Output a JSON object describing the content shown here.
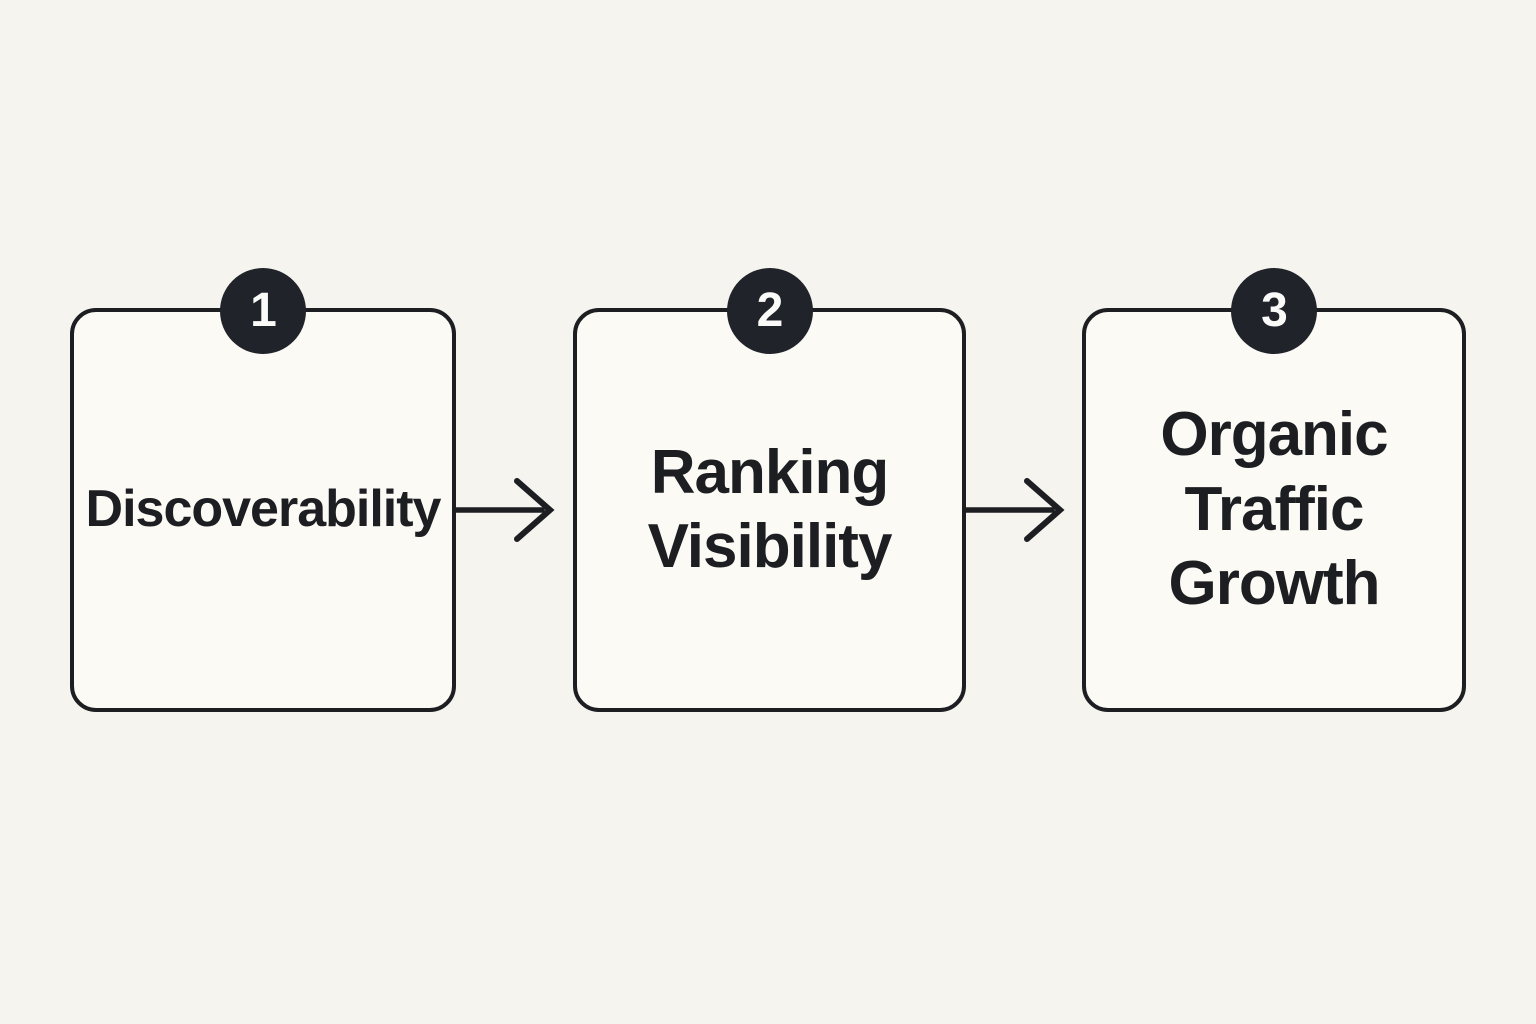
{
  "diagram": {
    "title": "",
    "steps": [
      {
        "number": "1",
        "label": "Discoverability"
      },
      {
        "number": "2",
        "label": "Ranking\nVisibility"
      },
      {
        "number": "3",
        "label": "Organic\nTraffic\nGrowth"
      }
    ],
    "colors": {
      "background": "#f6f4ef",
      "box_fill": "#fbfaf5",
      "ink": "#1d1e22",
      "badge_background": "#20232a",
      "badge_text": "#fafaf8"
    }
  }
}
